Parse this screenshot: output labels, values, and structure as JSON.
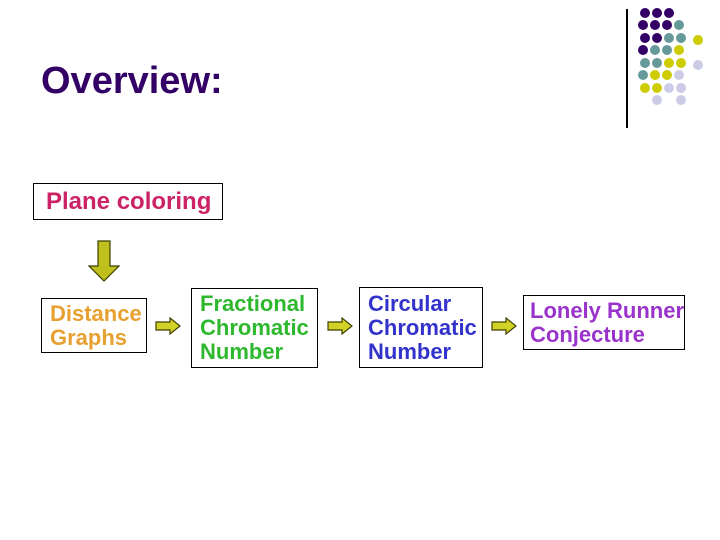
{
  "title": {
    "text": "Overview:",
    "color": "#330066"
  },
  "flow": {
    "plane": {
      "label": "Plane coloring",
      "color": "#CC2366"
    },
    "distance": {
      "label": "Distance\nGraphs",
      "color": "#E8A030"
    },
    "fractional": {
      "label": "Fractional\nChromatic\nNumber",
      "color": "#2EB82E"
    },
    "circular": {
      "label": "Circular\nChromatic\nNumber",
      "color": "#3333CC"
    },
    "lonely": {
      "label": "Lonely Runner\nConjecture",
      "color": "#9933CC"
    }
  },
  "arrows": {
    "down_fill": "#BFBF1D",
    "right_fill": "#D2D226",
    "stroke": "#3f3f00"
  },
  "decoration": {
    "line_color": "#000000",
    "dot_palette": {
      "p": "#330066",
      "t": "#669999",
      "y": "#CCCC00",
      "l": "#CCCCE6"
    },
    "dots": [
      [
        645,
        13,
        "p"
      ],
      [
        657,
        13,
        "p"
      ],
      [
        669,
        13,
        "p"
      ],
      [
        643,
        25,
        "p"
      ],
      [
        655,
        25,
        "p"
      ],
      [
        667,
        25,
        "p"
      ],
      [
        679,
        25,
        "t"
      ],
      [
        645,
        38,
        "p"
      ],
      [
        657,
        38,
        "p"
      ],
      [
        669,
        38,
        "t"
      ],
      [
        681,
        38,
        "t"
      ],
      [
        698,
        40,
        "y"
      ],
      [
        643,
        50,
        "p"
      ],
      [
        655,
        50,
        "t"
      ],
      [
        667,
        50,
        "t"
      ],
      [
        679,
        50,
        "y"
      ],
      [
        645,
        63,
        "t"
      ],
      [
        657,
        63,
        "t"
      ],
      [
        669,
        63,
        "y"
      ],
      [
        681,
        63,
        "y"
      ],
      [
        698,
        65,
        "l"
      ],
      [
        643,
        75,
        "t"
      ],
      [
        655,
        75,
        "y"
      ],
      [
        667,
        75,
        "y"
      ],
      [
        679,
        75,
        "l"
      ],
      [
        645,
        88,
        "y"
      ],
      [
        657,
        88,
        "y"
      ],
      [
        669,
        88,
        "l"
      ],
      [
        681,
        88,
        "l"
      ],
      [
        657,
        100,
        "l"
      ],
      [
        681,
        100,
        "l"
      ]
    ]
  }
}
